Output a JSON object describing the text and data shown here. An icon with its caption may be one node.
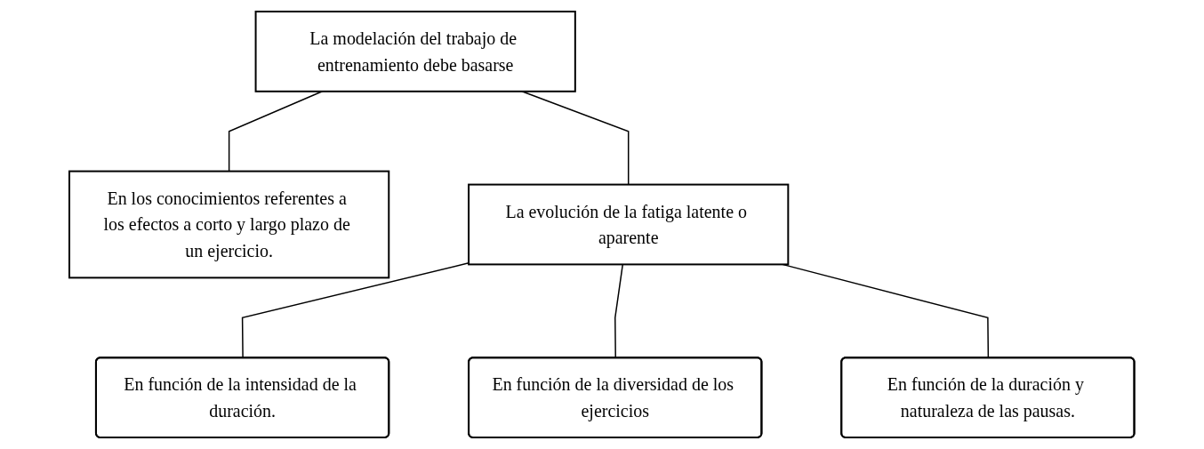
{
  "diagram": {
    "nodes": [
      {
        "text": [
          "La modelación del trabajo de entrenamiento debe basarse"
        ]
      },
      {
        "text": [
          "En los conocimientos referentes a los efectos a corto y largo plazo de un ejercicio."
        ]
      },
      {
        "text": [
          "La evolución de la fatiga latente o aparente"
        ]
      },
      {
        "text": [
          "En función de la intensidad de la duración."
        ]
      },
      {
        "text": [
          "En función de la diversidad de los ejercicios"
        ]
      },
      {
        "text": [
          "En función de la duración y naturaleza de las pausas."
        ]
      }
    ],
    "edges": [
      {
        "from": 0,
        "to": 1,
        "arrow": "none"
      },
      {
        "from": 0,
        "to": 2,
        "arrow": "none"
      },
      {
        "from": 2,
        "to": 3,
        "arrow": "none"
      },
      {
        "from": 2,
        "to": 4,
        "arrow": "none"
      },
      {
        "from": 2,
        "to": 5,
        "arrow": "none"
      }
    ]
  }
}
